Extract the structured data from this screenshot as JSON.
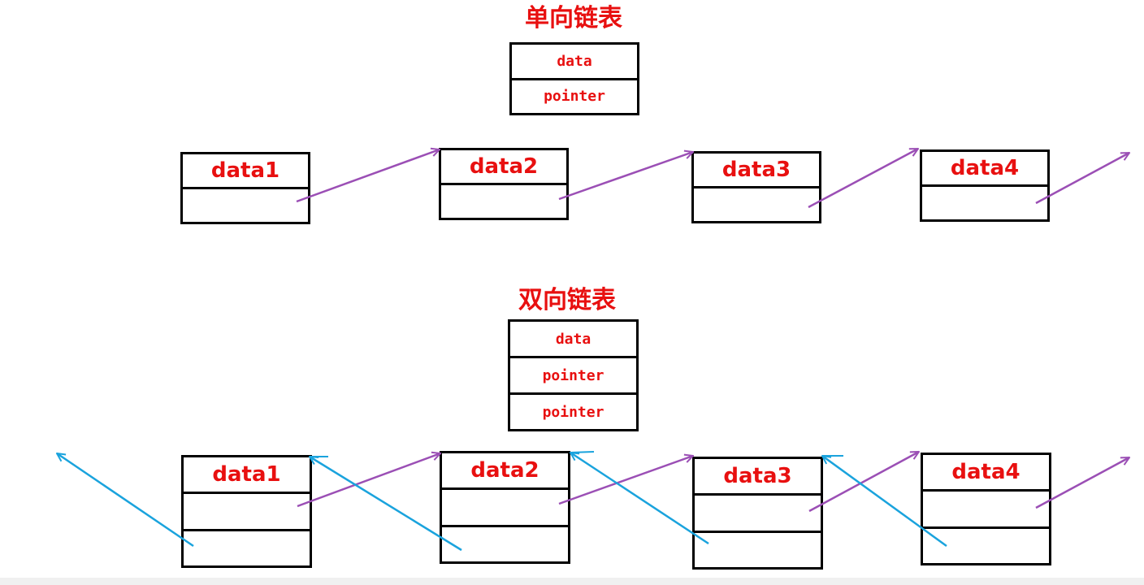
{
  "singly": {
    "title": "单向链表",
    "legend": [
      "data",
      "pointer"
    ],
    "nodes": [
      "data1",
      "data2",
      "data3",
      "data4"
    ]
  },
  "doubly": {
    "title": "双向链表",
    "legend": [
      "data",
      "pointer",
      "pointer"
    ],
    "nodes": [
      "data1",
      "data2",
      "data3",
      "data4"
    ]
  },
  "colors": {
    "text": "#e81010",
    "box": "#000000",
    "next_arrow": "#9b4fb5",
    "prev_arrow": "#1aa3dd"
  }
}
